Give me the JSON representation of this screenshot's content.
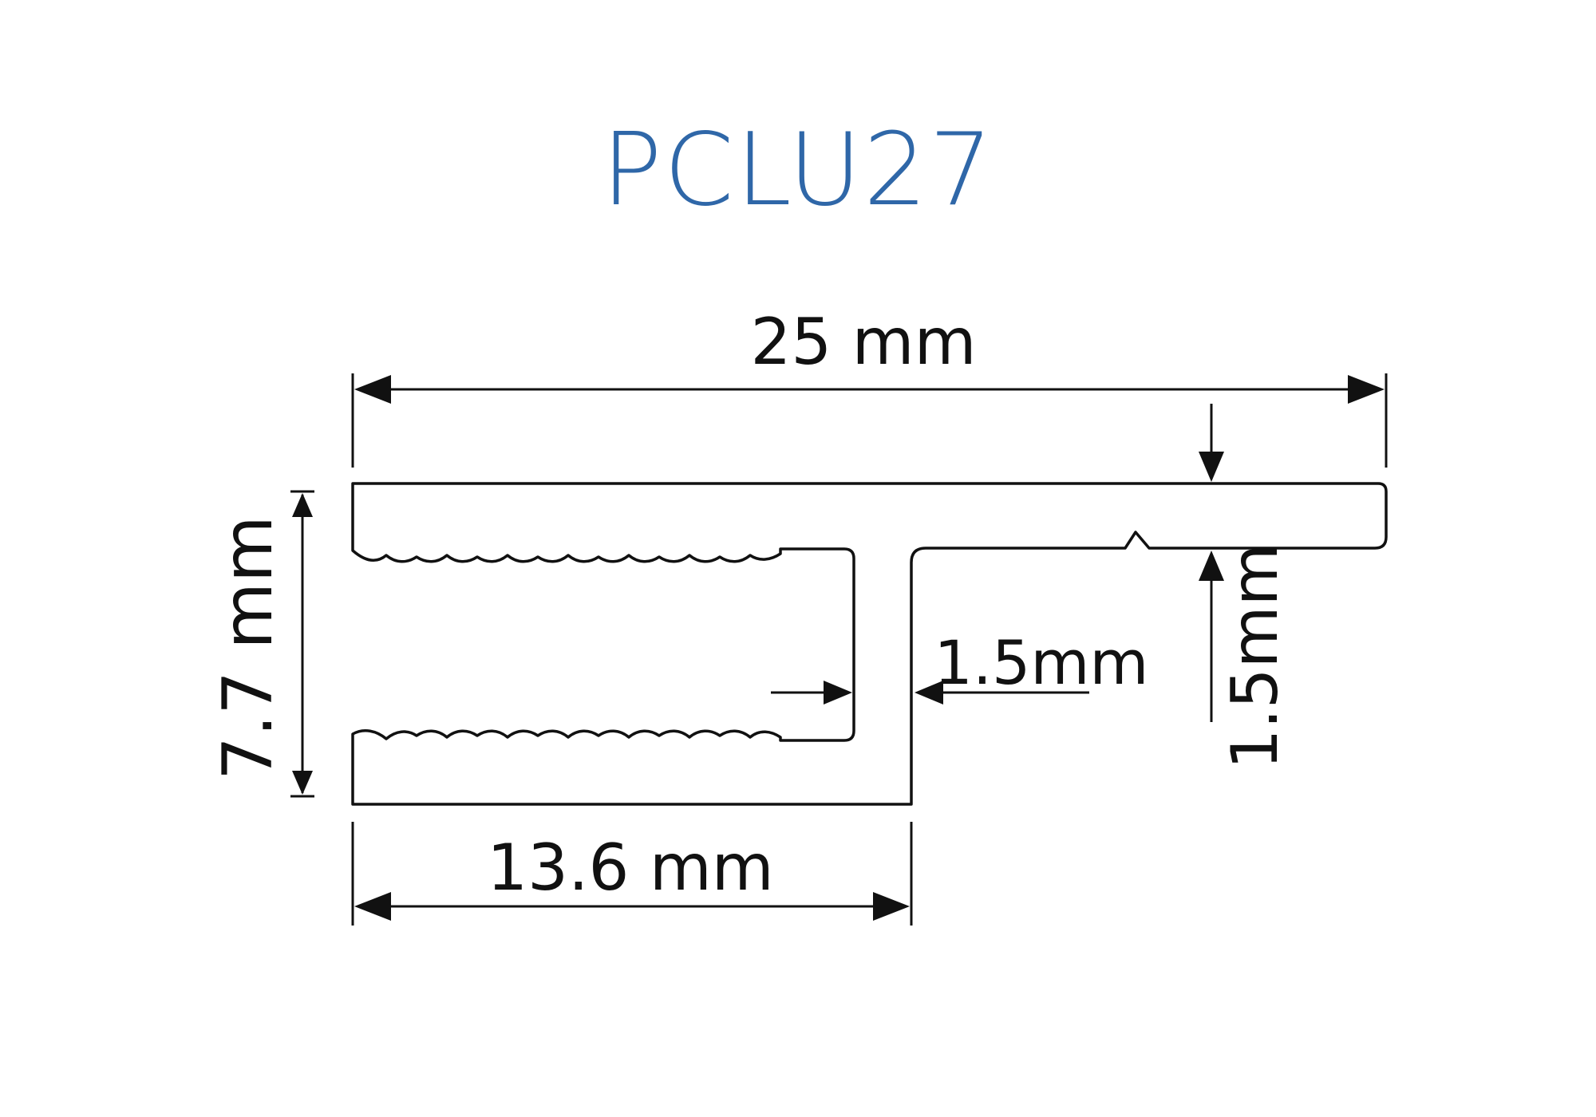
{
  "title": "PCLU27",
  "colors": {
    "title": "#2f67a8",
    "line": "#111111",
    "background": "#ffffff"
  },
  "dimensions": {
    "overall_width": "25 mm",
    "height": "7.7 mm",
    "channel_width": "13.6 mm",
    "wall_thickness": "1.5mm",
    "flange_thickness": "1.5mm"
  }
}
